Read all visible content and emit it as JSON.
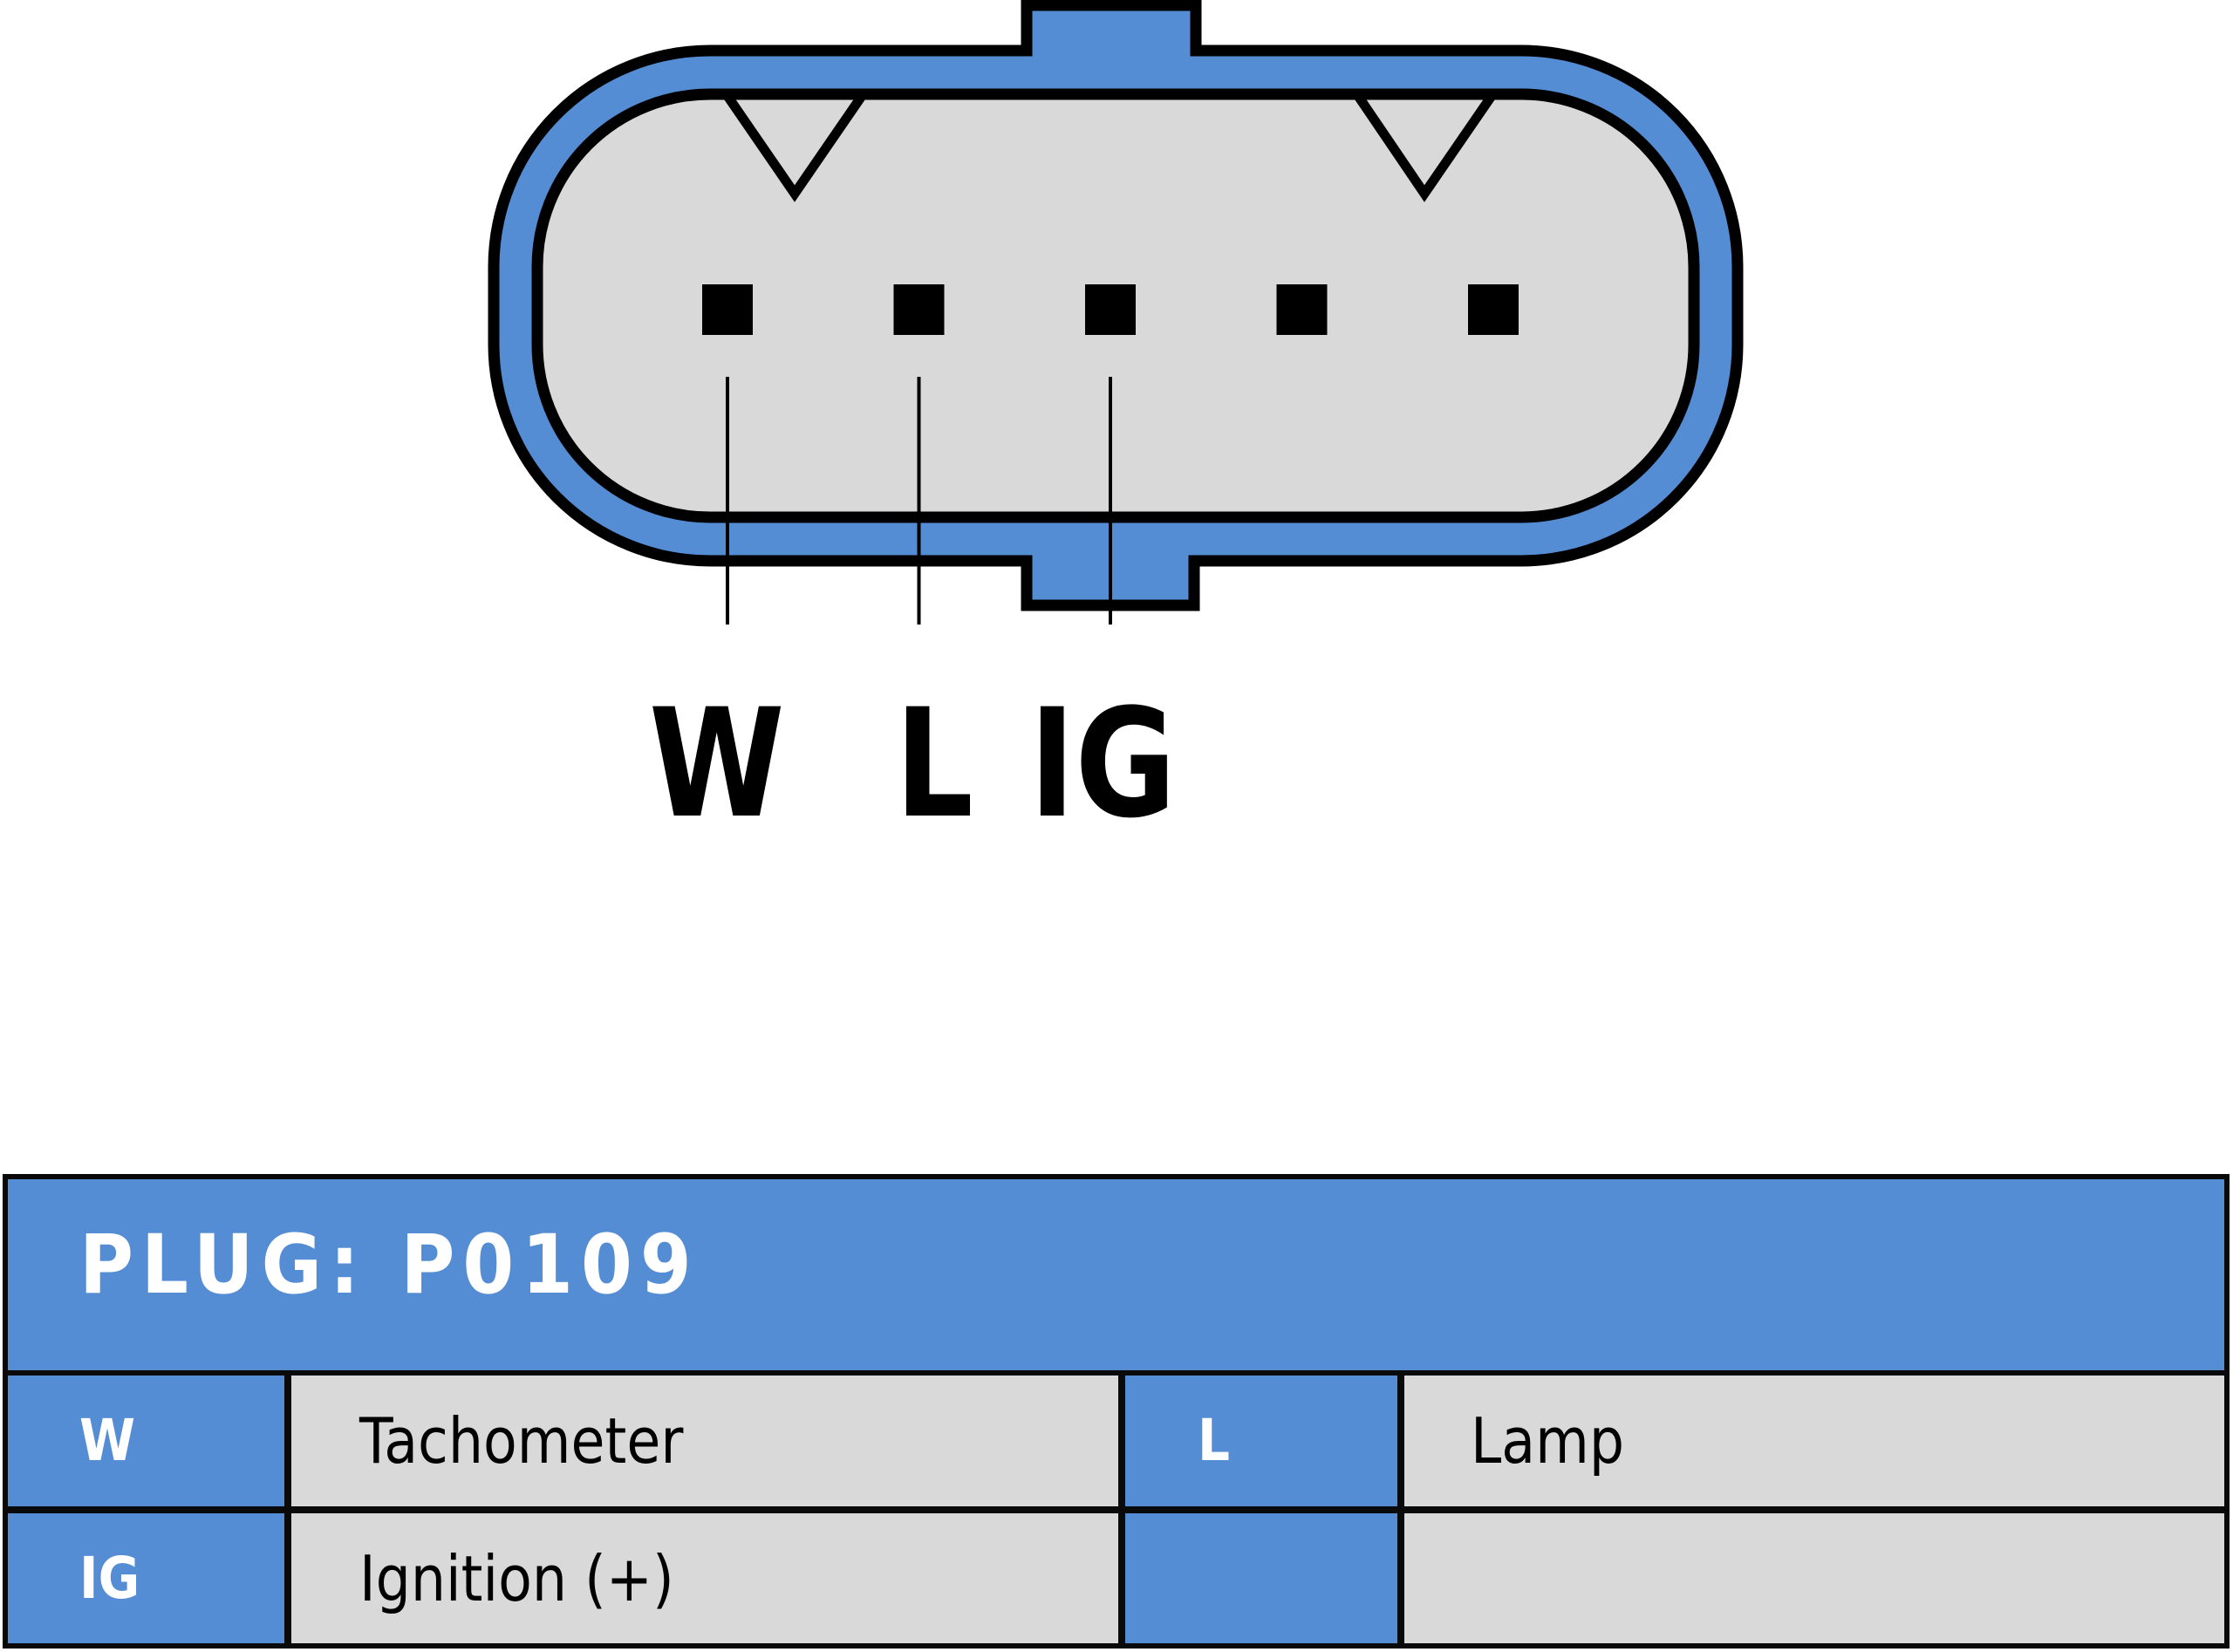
{
  "diagram": {
    "type": "connector-pinout",
    "colors": {
      "shell_blue": "#558dd5",
      "face_gray": "#d9d9d9",
      "outline": "#000000",
      "table_header_text": "#ffffff"
    },
    "pin_count": 5,
    "keys": 2,
    "pin_labels": [
      "W",
      "L",
      "IG"
    ],
    "connected_pins": [
      1,
      2,
      3
    ]
  },
  "table": {
    "title": "PLUG: P0109",
    "rows": [
      {
        "left_code": "W",
        "left_desc": "Tachometer",
        "right_code": "L",
        "right_desc": "Lamp"
      },
      {
        "left_code": "IG",
        "left_desc": "Ignition (+)",
        "right_code": "",
        "right_desc": ""
      }
    ]
  }
}
